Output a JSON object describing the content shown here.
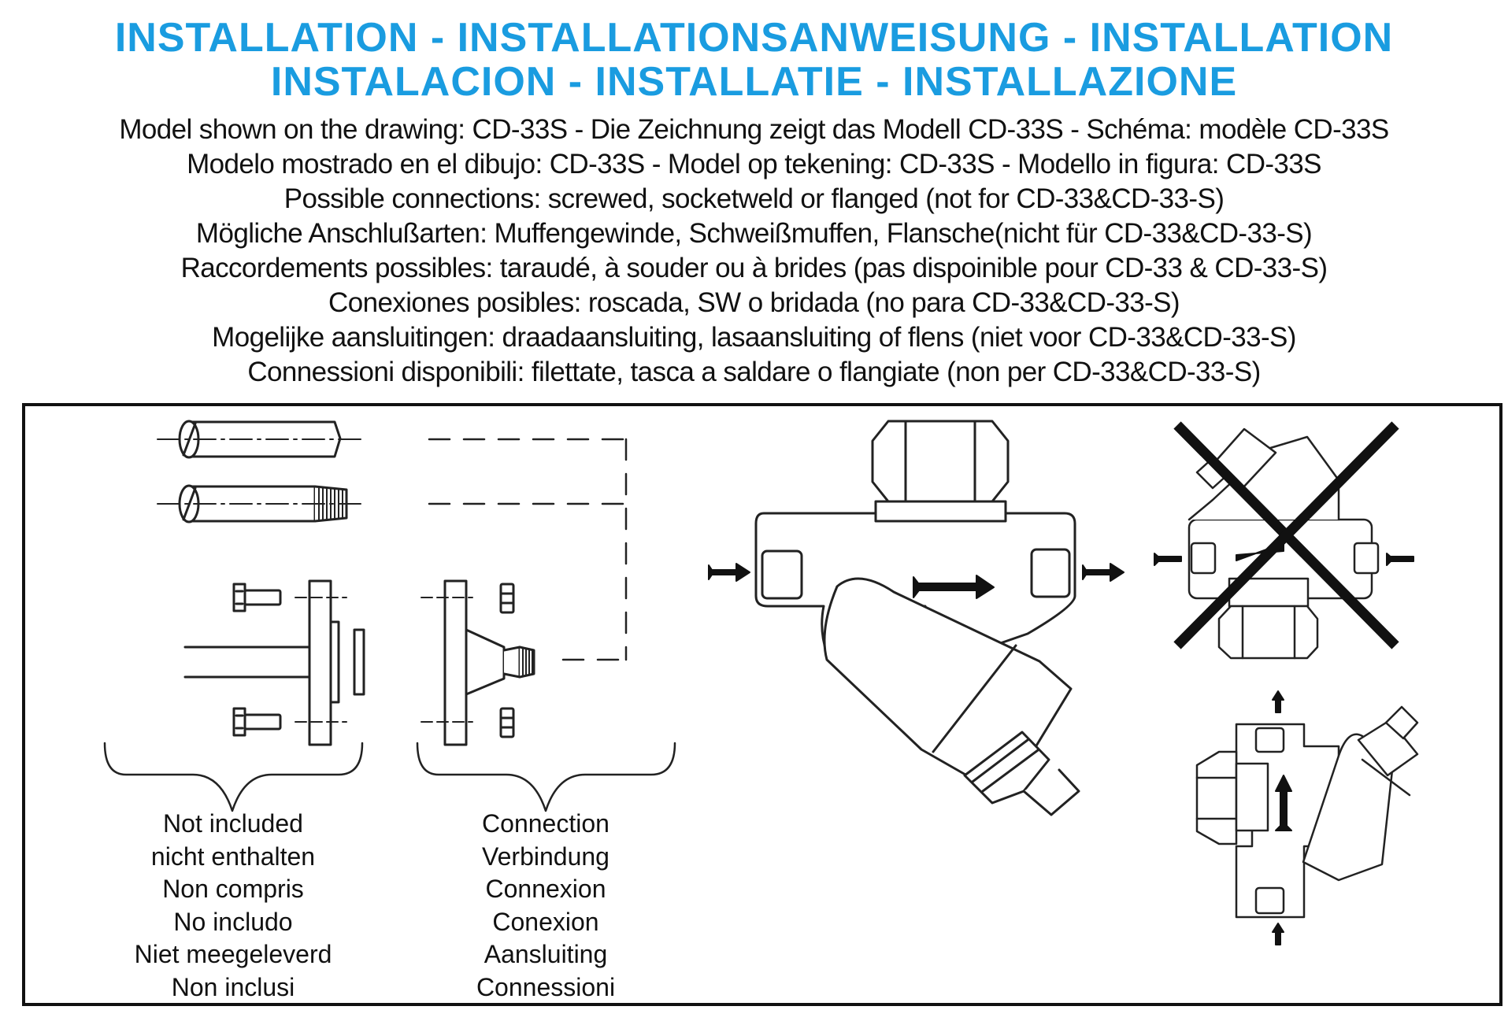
{
  "header": {
    "title_line1": "INSTALLATION - INSTALLATIONSANWEISUNG - INSTALLATION",
    "title_line2": "INSTALACION - INSTALLATIE - INSTALLAZIONE"
  },
  "description_lines": [
    "Model shown on the drawing: CD-33S - Die Zeichnung zeigt das Modell CD-33S - Schéma: modèle CD-33S",
    "Modelo mostrado en el dibujo: CD-33S - Model op tekening: CD-33S - Modello in figura: CD-33S",
    "Possible connections: screwed, socketweld or flanged (not for CD-33&CD-33-S)",
    "Mögliche Anschlußarten: Muffengewinde, Schweißmuffen, Flansche(nicht für CD-33&CD-33-S)",
    "Raccordements possibles: taraudé, à souder ou à brides (pas dispoinible pour CD-33 & CD-33-S)",
    "Conexiones posibles: roscada, SW o bridada (no para CD-33&CD-33-S)",
    "Mogelijke aansluitingen: draadaansluiting, lasaansluiting of flens (niet voor CD-33&CD-33-S)",
    "Connessioni disponibili: filettate, tasca a saldare o flangiate (non per CD-33&CD-33-S)"
  ],
  "captions": {
    "not_included": [
      "Not included",
      "nicht enthalten",
      "Non compris",
      "No includo",
      "Niet meegeleverd",
      "Non inclusi"
    ],
    "connection": [
      "Connection",
      "Verbindung",
      "Connexion",
      "Conexion",
      "Aansluiting",
      "Connessioni"
    ]
  },
  "colors": {
    "title": "#1a9ce0",
    "text": "#111111",
    "line": "#222222"
  },
  "icons": [
    "pipe-icon",
    "threaded-pipe-icon",
    "bolt-icon",
    "flange-icon",
    "nut-icon",
    "steam-trap-icon",
    "flow-arrow-icon",
    "cross-mark-icon"
  ]
}
